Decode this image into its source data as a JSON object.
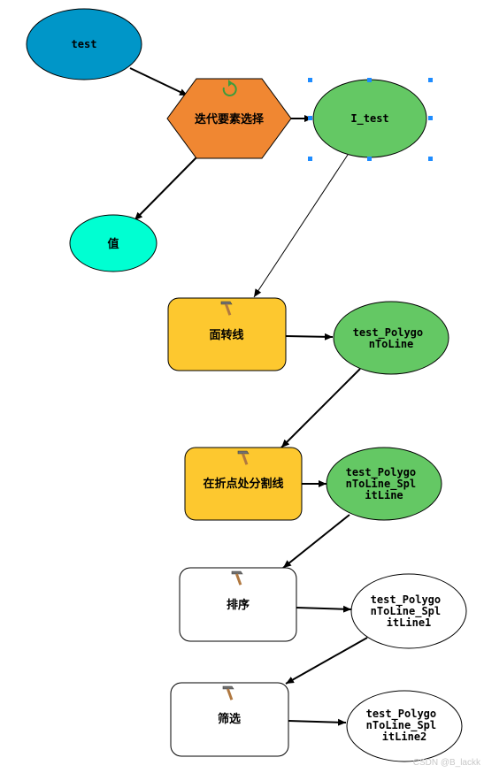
{
  "colors": {
    "input_variable": "#0096c8",
    "iterator": "#f08732",
    "output_green": "#64c864",
    "value_cyan": "#00ffd2",
    "tool_yellow": "#fdc82f",
    "tool_white": "#ffffff",
    "selection_handle": "#1e8cff",
    "iterator_icon": "#3c9c3c"
  },
  "nodes": {
    "test": "test",
    "iterate": "迭代要素选择",
    "i_test": "I_test",
    "value": "值",
    "polygon_to_line": "面转线",
    "polygon_to_line_out": [
      "test_Polygo",
      "nToLine"
    ],
    "split_line": "在折点处分割线",
    "split_line_out": [
      "test_Polygo",
      "nToLine_Spl",
      "itLine"
    ],
    "sort": "排序",
    "sort_out": [
      "test_Polygo",
      "nToLine_Spl",
      "itLine1"
    ],
    "select": "筛选",
    "select_out": [
      "test_Polygo",
      "nToLine_Spl",
      "itLine2"
    ]
  },
  "icons": {
    "iterator": "iterate-icon",
    "tool": "hammer-icon"
  },
  "watermark": "CSDN @B_lackk"
}
